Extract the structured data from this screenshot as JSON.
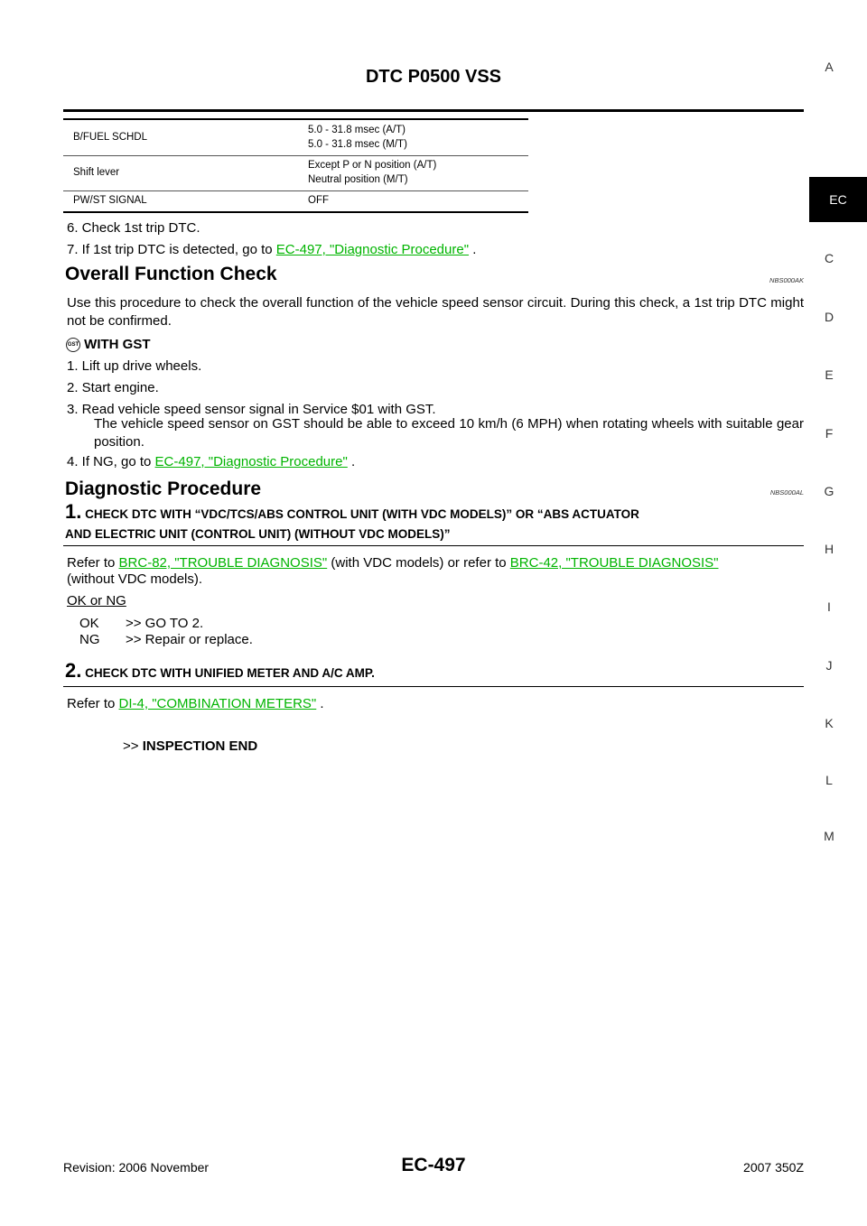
{
  "header": {
    "title": "DTC P0500 VSS"
  },
  "spec_table": {
    "rows": [
      {
        "key": "B/FUEL SCHDL",
        "values": [
          "5.0 - 31.8 msec (A/T)",
          "5.0 - 31.8 msec (M/T)"
        ]
      },
      {
        "key": "Shift lever",
        "values": [
          "Except P or N position (A/T)",
          "Neutral position (M/T)"
        ]
      },
      {
        "key": "PW/ST SIGNAL",
        "values": [
          "OFF"
        ]
      }
    ]
  },
  "steps_top": {
    "s6": "6.  Check 1st trip DTC.",
    "s7_prefix": "7.  If 1st trip DTC is detected, go to ",
    "s7_link": "EC-497, \"Diagnostic Procedure\"",
    "s7_suffix": " ."
  },
  "overall": {
    "heading": "Overall Function Check",
    "code": "NBS000AK",
    "intro": "Use this procedure to check the overall function of the vehicle speed sensor circuit. During this check, a 1st trip DTC might not be confirmed.",
    "gst_icon": "GST",
    "gst_label": "WITH GST",
    "s1": "1.  Lift up drive wheels.",
    "s2": "2.  Start engine.",
    "s3": "3.  Read vehicle speed sensor signal in Service $01 with GST.",
    "s3_detail": "The vehicle speed sensor on GST should be able to exceed 10 km/h (6 MPH) when rotating wheels with suitable gear position.",
    "s4_prefix": "4.  If NG, go to ",
    "s4_link": "EC-497, \"Diagnostic Procedure\"",
    "s4_suffix": " ."
  },
  "diag": {
    "heading": "Diagnostic Procedure",
    "code": "NBS000AL",
    "step1": {
      "num": "1.",
      "title_line1": "CHECK DTC WITH “VDC/TCS/ABS CONTROL UNIT (WITH VDC MODELS)” OR “ABS ACTUATOR",
      "title_line2": "AND ELECTRIC UNIT (CONTROL UNIT) (WITHOUT VDC MODELS)”",
      "refer_prefix": "Refer to ",
      "link1": "BRC-82, \"TROUBLE DIAGNOSIS\"",
      "refer_mid": "  (with VDC models) or refer to ",
      "link2": "BRC-42, \"TROUBLE DIAGNOSIS\"",
      "refer_line2": "(without VDC models).",
      "result_label": "OK or NG",
      "ok_key": "OK",
      "ok_val": ">> GO TO 2.",
      "ng_key": "NG",
      "ng_val": ">> Repair or replace."
    },
    "step2": {
      "num": "2.",
      "title": "CHECK DTC WITH UNIFIED METER AND A/C AMP.",
      "refer_prefix": "Refer to ",
      "link": "DI-4, \"COMBINATION METERS\"",
      "refer_suffix": " .",
      "end_prefix": ">> ",
      "end_text": "INSPECTION END"
    }
  },
  "index_tabs": [
    "A",
    "EC",
    "C",
    "D",
    "E",
    "F",
    "G",
    "H",
    "I",
    "J",
    "K",
    "L",
    "M"
  ],
  "footer": {
    "revision": "Revision: 2006 November",
    "page": "EC-497",
    "model": "2007 350Z"
  },
  "colors": {
    "link": "#00b400",
    "tab_active_bg": "#000000"
  }
}
